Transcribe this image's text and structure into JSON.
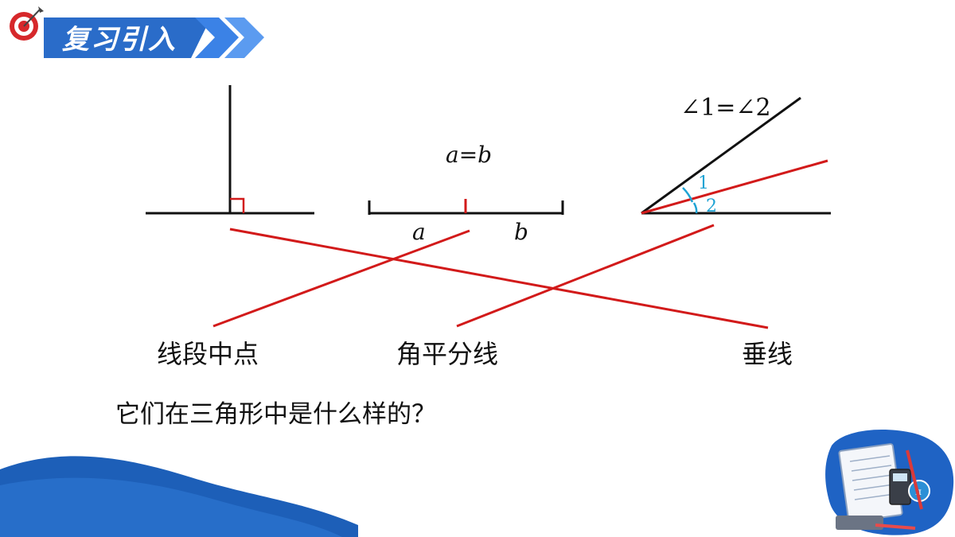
{
  "header": {
    "title": "复习引入",
    "logo_icon": "dartboard-icon",
    "colors": {
      "banner": "#2a6cc9",
      "chevron": "#3b82e6"
    }
  },
  "figures": {
    "equal_segments_formula": "a=b",
    "segment_label_a": "a",
    "segment_label_b": "b",
    "angle_formula": "∠1=∠2",
    "angle_label_1": "1",
    "angle_label_2": "2"
  },
  "concepts": {
    "midpoint": "线段中点",
    "bisector": "角平分线",
    "perpendicular": "垂线"
  },
  "question": "它们在三角形中是什么样的？",
  "decoration": {
    "illustration_icon": "math-notebook-calculator-icon"
  },
  "colors": {
    "line": "#111111",
    "match_line": "#d21a1a",
    "angle_mark": "#1ea3d4",
    "wave": "#1d5fb8"
  }
}
